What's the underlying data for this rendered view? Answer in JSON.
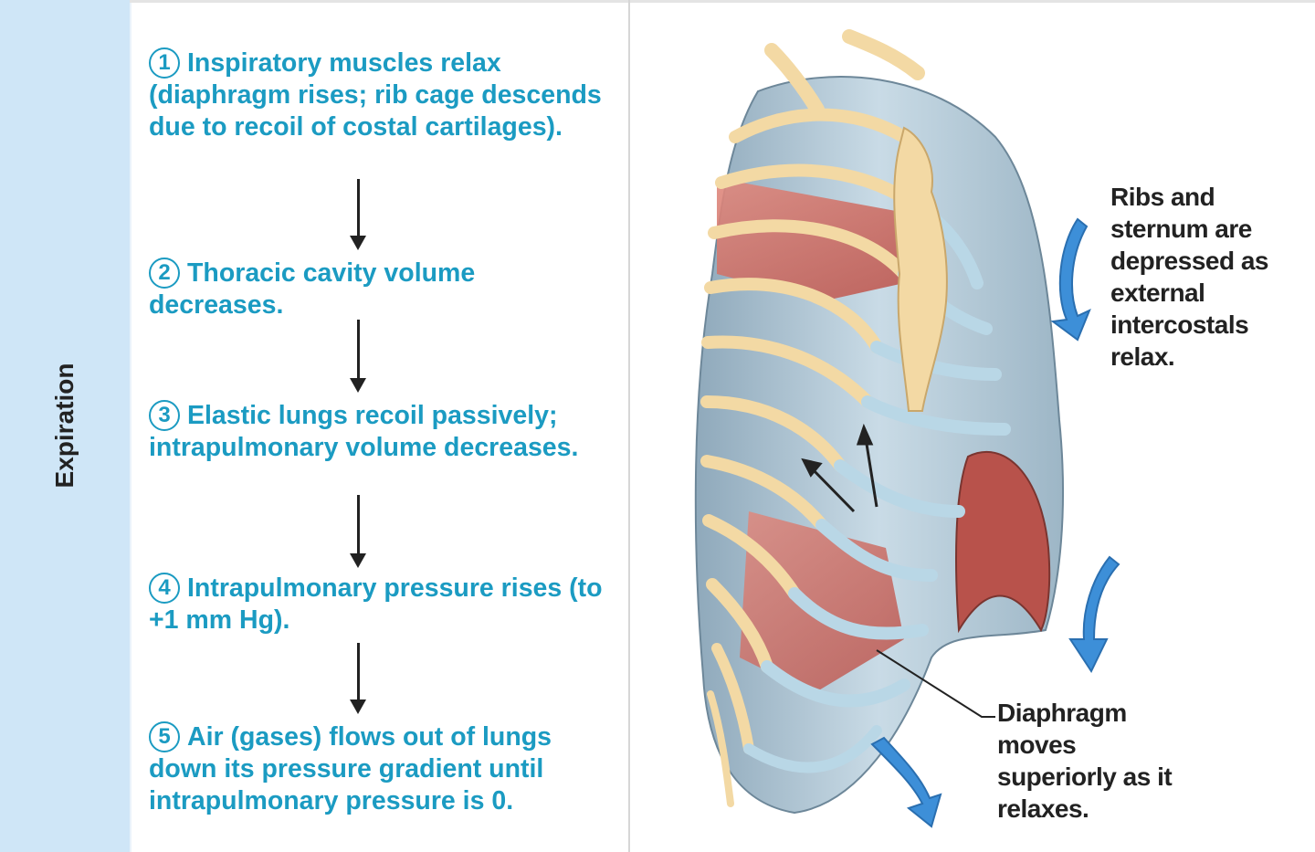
{
  "sidebar": {
    "label": "Expiration"
  },
  "steps": [
    {
      "num": "1",
      "text": "Inspiratory muscles relax (diaphragm rises; rib cage descends due to recoil of costal cartilages)."
    },
    {
      "num": "2",
      "text": "Thoracic cavity volume decreases."
    },
    {
      "num": "3",
      "text": "Elastic lungs recoil passively; intrapulmonary volume decreases."
    },
    {
      "num": "4",
      "text": "Intrapulmonary pressure rises (to +1 mm Hg)."
    },
    {
      "num": "5",
      "text": "Air (gases) flows out of lungs down its pressure gradient until intrapulmonary pressure is 0."
    }
  ],
  "annotations": {
    "ribs": "Ribs and sternum are depressed as external intercostals relax.",
    "diaphragm": "Diaphragm moves superiorly as it relaxes."
  },
  "colors": {
    "step_text": "#1b9bc2",
    "sidebar_bg": "#cfe6f7",
    "bone": "#f3d9a4",
    "cartilage": "#b9d7e6",
    "muscle": "#d9746a",
    "blue_arrow": "#3d8fd8"
  }
}
